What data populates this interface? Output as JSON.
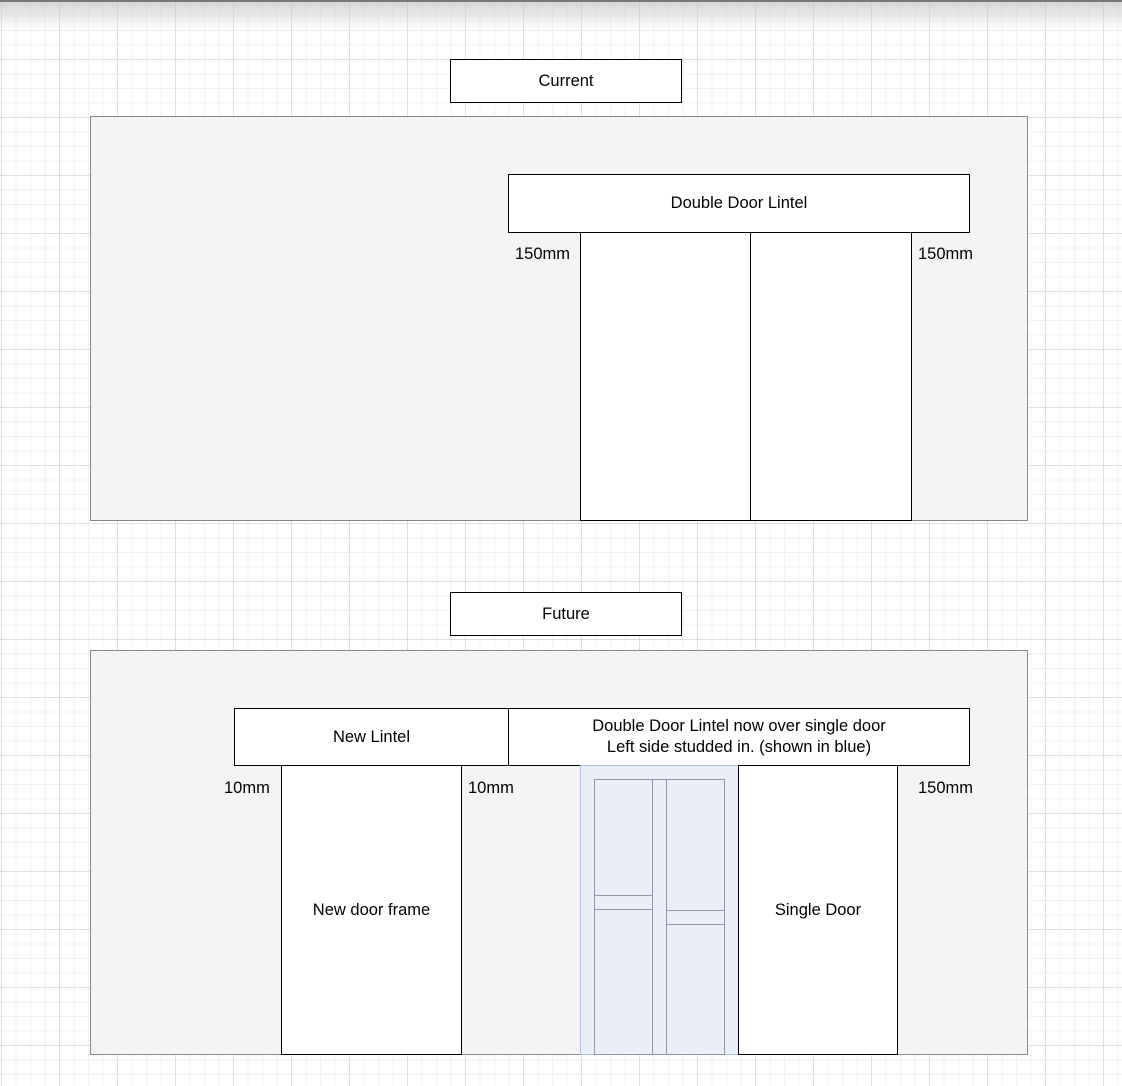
{
  "current": {
    "title": "Current",
    "lintel_label": "Double Door Lintel",
    "left_gap_label": "150mm",
    "right_gap_label": "150mm"
  },
  "future": {
    "title": "Future",
    "new_lintel_label": "New Lintel",
    "old_lintel_line1": "Double Door Lintel now over single door",
    "old_lintel_line2": "Left side studded in. (shown in blue)",
    "left_gap_label": "10mm",
    "middle_gap_label": "10mm",
    "right_gap_label": "150mm",
    "new_door_frame_label": "New door frame",
    "single_door_label": "Single Door"
  },
  "colors": {
    "wall_fill": "#f4f4f4",
    "wall_border": "#888888",
    "studding_fill": "#e9eef9",
    "studding_border": "#a9bfe0",
    "stud_line": "#8e98a6",
    "grid_line": "#d0d0d0"
  }
}
